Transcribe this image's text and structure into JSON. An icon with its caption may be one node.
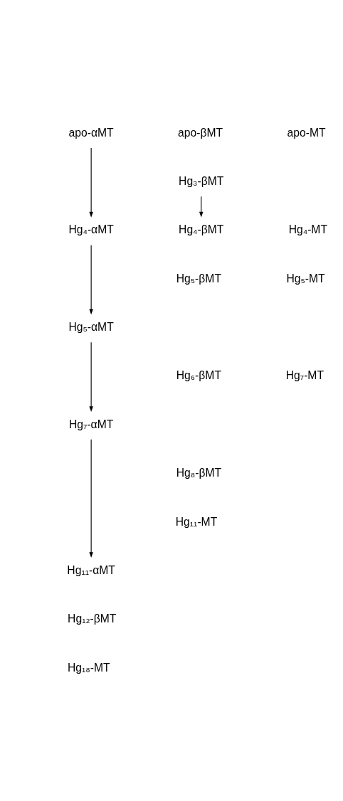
{
  "diagram": {
    "nodes": [
      {
        "text": [
          "apo-αMT"
        ]
      },
      {
        "text": [
          "apo-βMT"
        ]
      },
      {
        "text": [
          "apo-MT"
        ]
      },
      {
        "text": [
          "Hg₃-βMT"
        ]
      },
      {
        "text": [
          "Hg₄-αMT"
        ]
      },
      {
        "text": [
          "Hg₄-βMT"
        ]
      },
      {
        "text": [
          "Hg₄-MT"
        ]
      },
      {
        "text": [
          "Hg₅-βMT"
        ]
      },
      {
        "text": [
          "Hg₅-MT"
        ]
      },
      {
        "text": [
          "Hg₅-αMT"
        ]
      },
      {
        "text": [
          "Hg₆-βMT"
        ]
      },
      {
        "text": [
          "Hg₇-MT"
        ]
      },
      {
        "text": [
          "Hg₇-αMT"
        ]
      },
      {
        "text": [
          "Hg₈-βMT"
        ]
      },
      {
        "text": [
          "Hg₁₁-MT"
        ]
      },
      {
        "text": [
          "Hg₁₁-αMT"
        ]
      },
      {
        "text": [
          "Hg₁₂-βMT"
        ]
      },
      {
        "text": [
          "Hg₁₈-MT"
        ]
      }
    ],
    "edges": [
      {
        "from": 0,
        "to": 4,
        "arrow": "to"
      },
      {
        "from": 3,
        "to": 5,
        "arrow": "to"
      },
      {
        "from": 4,
        "to": 9,
        "arrow": "to"
      },
      {
        "from": 9,
        "to": 12,
        "arrow": "to"
      },
      {
        "from": 12,
        "to": 15,
        "arrow": "to"
      }
    ]
  }
}
